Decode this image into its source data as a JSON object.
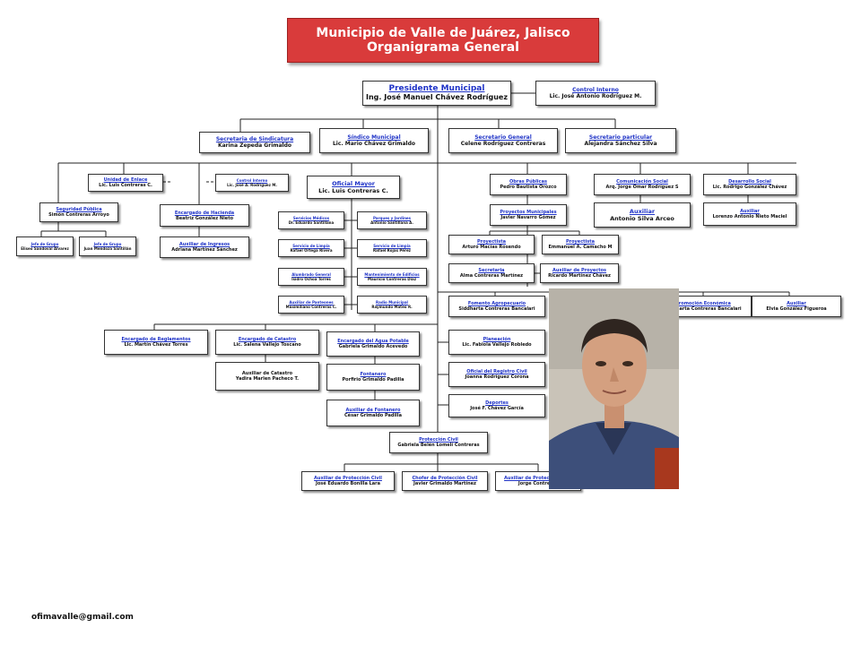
{
  "title": {
    "line1": "Municipio de Valle de Juárez, Jalisco",
    "line2": "Organigrama General"
  },
  "nodes": {
    "presidente": {
      "title": "Presidente Municipal",
      "name": "Ing. José Manuel Chávez Rodríguez"
    },
    "control_interno_top": {
      "title": "Control Interno",
      "name": "Lic. José Antonio Rodríguez M."
    },
    "secretaria_sindicatura": {
      "title": "Secretaria de Sindicatura",
      "name": "Karina Zepeda Grimaldo"
    },
    "sindico": {
      "title": "Síndico Municipal",
      "name": "Lic. Mario Chávez Grimaldo"
    },
    "secretario_general": {
      "title": "Secretario General",
      "name": "Celene Rodríguez Contreras"
    },
    "secretario_particular": {
      "title": "Secretario particular",
      "name": "Alejandra Sánchez Silva"
    },
    "unidad_enlace": {
      "title": "Unidad de Enlace",
      "name": "Lic. Luis Contreras C."
    },
    "control_interno_2": {
      "title": "Control Interno",
      "name": "Lic. José A. Rodríguez M."
    },
    "oficial_mayor": {
      "title": "Oficial Mayor",
      "name": "Lic. Luis Contreras C."
    },
    "obras_publicas": {
      "title": "Obras Públicas",
      "name": "Pedro Bautista Orozco"
    },
    "comunicacion_social": {
      "title": "Comunicación Social",
      "name": "Arq. Jorge Omar Rodríguez S"
    },
    "desarrollo_social": {
      "title": "Desarrollo Social",
      "name": "Lic. Rodrigo González Chávez"
    },
    "seguridad_publica": {
      "title": "Seguridad Pública",
      "name": "Simón Contreras Arroyo"
    },
    "encargado_hacienda": {
      "title": "Encargado de Hacienda",
      "name": "Beatriz González Nieto"
    },
    "auxiliar_ingresos": {
      "title": "Auxiliar de Ingresos",
      "name": "Adriana Martínez Sánchez"
    },
    "jefe_grupo_1": {
      "title": "Jefe de Grupo",
      "name": "Eliseo Sandoval Álvarez"
    },
    "jefe_grupo_2": {
      "title": "Jefe de Grupo",
      "name": "Juan Mendoza Santillán"
    },
    "servicios_medicos": {
      "title": "Servicios Médicos",
      "name": "Dr. Eduardo Santillana"
    },
    "parques_jardines": {
      "title": "Parques y Jardines",
      "name": "Antonio Santillana A."
    },
    "servicio_limpia_1": {
      "title": "Servicio de Limpia",
      "name": "Rafael Ortega Rivera"
    },
    "servicio_limpia_2": {
      "title": "Servicio de Limpia",
      "name": "Rafael Rojas Pérez"
    },
    "alumbrado_general": {
      "title": "Alumbrado General",
      "name": "Isidro Ochoa Torres"
    },
    "mantenimiento_edificios": {
      "title": "Mantenimiento de Edificios",
      "name": "Mauricio Contreras Díaz"
    },
    "auxiliar_panteones": {
      "title": "Auxiliar de Panteones",
      "name": "Maximiliano Contreras C."
    },
    "radio_municipal": {
      "title": "Radio Municipal",
      "name": "Raymundo Mateo R."
    },
    "proyectos_municipales": {
      "title": "Proyectos Municipales",
      "name": "Javier Navarro Gómez"
    },
    "auxiliar_comunicacion": {
      "title": "Auxiliar",
      "name": "Antonio Silva Arceo"
    },
    "auxiliar_desarrollo": {
      "title": "Auxiliar",
      "name": "Lorenzo Antonio Nieto Maciel"
    },
    "proyectista_1": {
      "title": "Proyectista",
      "name": "Arturo Macías Rosendo"
    },
    "proyectista_2": {
      "title": "Proyectista",
      "name": "Emmanuel A. Camacho M"
    },
    "secretaria": {
      "title": "Secretaria",
      "name": "Alma Contreras Martínez"
    },
    "auxiliar_proyectos": {
      "title": "Auxiliar de Proyectos",
      "name": "Ricardo Martínez Chávez"
    },
    "fomento_agropecuario": {
      "title": "Fomento Agropecuario",
      "name": "Siddharta Contreras Bancalari"
    },
    "promocion_economica": {
      "title": "Promoción Económica",
      "name": "Siddharta Contreras Bancalari"
    },
    "auxiliar_promocion": {
      "title": "Auxiliar",
      "name": "Elvia González Figueroa"
    },
    "encargado_reglamentos": {
      "title": "Encargado de Reglamentos",
      "name": "Lic. Martín Chávez Torres"
    },
    "encargado_catastro": {
      "title": "Encargado de Catastro",
      "name": "Lic. Salena Vallejo Toscano"
    },
    "encargado_agua": {
      "title": "Encargado del Agua Potable",
      "name": "Gabriela Grimaldo Acevedo"
    },
    "planeacion": {
      "title": "Planeación",
      "name": "Lic. Fabiola Vallejo Robledo"
    },
    "auxiliar_catastro": {
      "title": "Auxiliar de Catastro",
      "name": "Yadira Marlen Pacheco T."
    },
    "fontanero": {
      "title": "Fontanero",
      "name": "Porfirio Grimaldo Padilla"
    },
    "registro_civil": {
      "title": "Oficial del Registro Civil",
      "name": "Joanna Rodríguez Corona"
    },
    "auxiliar_fontanero": {
      "title": "Auxiliar de Fontanero",
      "name": "César Grimaldo Padilla"
    },
    "deportes": {
      "title": "Deportes",
      "name": "José F. Chávez García"
    },
    "proteccion_civil": {
      "title": "Protección Civil",
      "name": "Gabriela Belén Lomelí Contreras"
    },
    "auxiliar_proteccion": {
      "title": "Auxiliar de Protección Civil",
      "name": "José Eduardo Bonilla Lara"
    },
    "chofer_proteccion": {
      "title": "Chofer de Protección Civil",
      "name": "Javier Grimaldo Martínez"
    },
    "auxiliar_proteccion_2": {
      "title": "Auxiliar de Protección Civil",
      "name": "Jorge Contreras"
    }
  },
  "footer": {
    "email": "ofimavalle@gmail.com"
  },
  "colors": {
    "title_bg": "#d93b3b",
    "link": "#1f33c7",
    "line": "#222222"
  }
}
